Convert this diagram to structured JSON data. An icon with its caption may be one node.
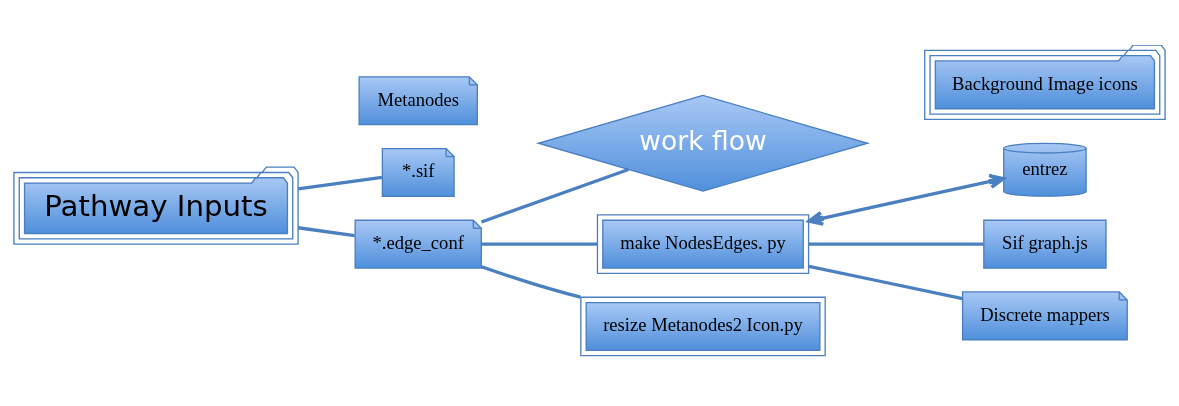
{
  "diagram": {
    "nodes": [
      {
        "text": [
          "Pathway Inputs"
        ]
      },
      {
        "text": [
          "*.sif"
        ]
      },
      {
        "text": [
          "*.edge_conf"
        ]
      },
      {
        "text": [
          "Metanodes"
        ]
      },
      {
        "text": [
          "work flow"
        ]
      },
      {
        "text": [
          "make NodesEdges. py"
        ]
      },
      {
        "text": [
          "resize Metanodes2 Icon.py"
        ]
      },
      {
        "text": [
          "entrez"
        ]
      },
      {
        "text": [
          "Sif graph.js"
        ]
      },
      {
        "text": [
          "Background Image icons"
        ]
      },
      {
        "text": [
          "Discrete mappers"
        ]
      }
    ],
    "edges": [
      {
        "from": 0,
        "to": 1,
        "arrow": "none"
      },
      {
        "from": 0,
        "to": 2,
        "arrow": "none"
      },
      {
        "from": 2,
        "to": 4,
        "arrow": "none"
      },
      {
        "from": 2,
        "to": 5,
        "arrow": "none"
      },
      {
        "from": 2,
        "to": 6,
        "arrow": "none"
      },
      {
        "from": 5,
        "to": 7,
        "arrow": "both"
      },
      {
        "from": 5,
        "to": 8,
        "arrow": "none"
      },
      {
        "from": 5,
        "to": 10,
        "arrow": "none"
      }
    ]
  }
}
